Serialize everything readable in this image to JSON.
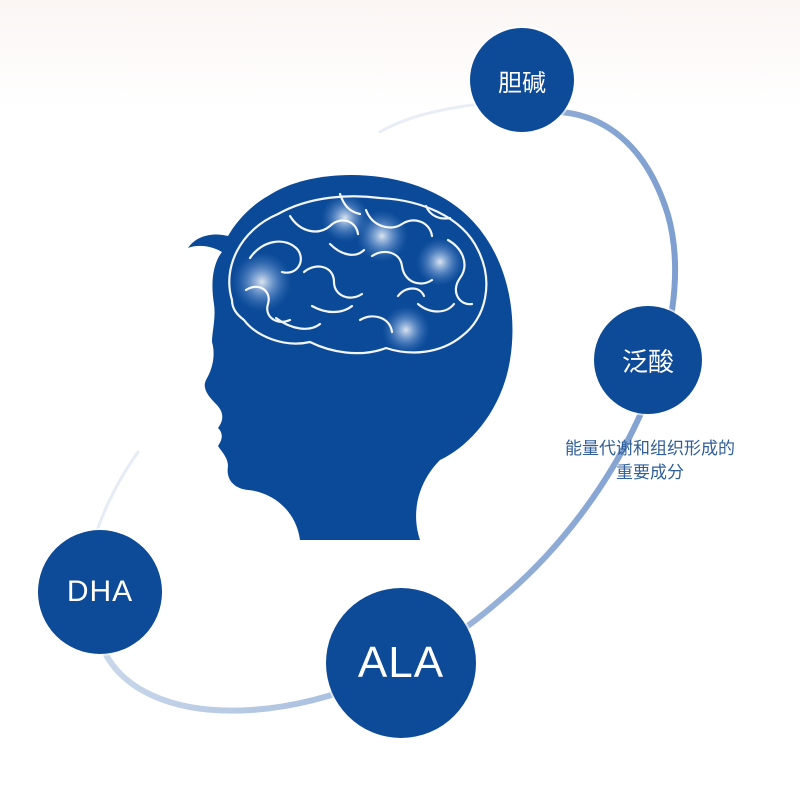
{
  "nodes": {
    "choline": "胆碱",
    "pantothenic": "泛酸",
    "dha": "DHA",
    "ala": "ALA"
  },
  "caption": {
    "line1": "能量代谢和组织形成的",
    "line2": "重要成分"
  },
  "colors": {
    "node_fill": "#0d4a98",
    "head_fill": "#0b4a98",
    "orbit_stroke": "#8aaad6",
    "caption_text": "#2f5f9a",
    "brain_lines": "#ffffff"
  },
  "icons": {
    "head": "child-head-silhouette-icon",
    "brain": "brain-icon"
  }
}
